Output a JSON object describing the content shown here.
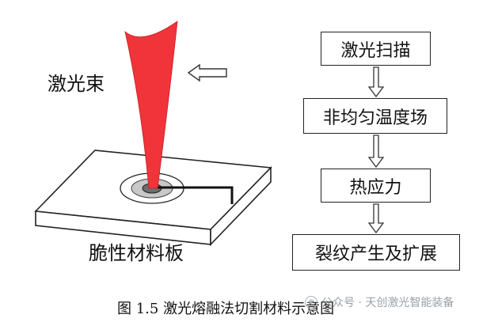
{
  "diagram": {
    "beam_label": "激光束",
    "plate_label": "脆性材料板",
    "flow_steps": [
      "激光扫描",
      "非均匀温度场",
      "热应力",
      "裂纹产生及扩展"
    ],
    "caption": "图 1.5  激光熔融法切割材料示意图",
    "watermark": "公众号 · 天创激光智能装备"
  },
  "colors": {
    "beam": "#f0343a",
    "plate_fill": "#ffffff",
    "outline": "#222222",
    "arrow_stroke": "#333333",
    "spot_outer": "#c8c8c8",
    "spot_inner": "#6e6e6e",
    "watermark": "#9aa1a8"
  },
  "icons": {
    "direction_arrow": "hollow-left-arrow-icon",
    "flow_arrow": "hollow-down-arrow-icon",
    "watermark_icon": "wechat-circle-icon"
  }
}
